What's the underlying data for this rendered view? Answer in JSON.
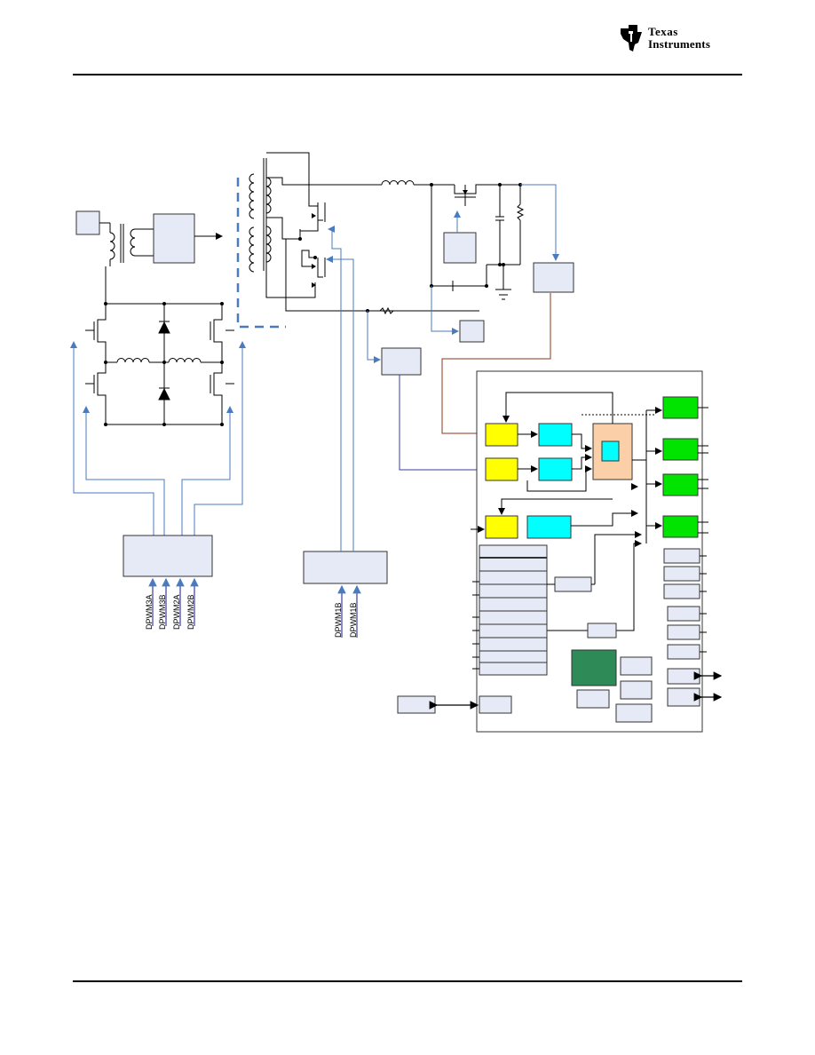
{
  "header": {
    "logo_line1": "Texas",
    "logo_line2": "Instruments"
  },
  "colors": {
    "wire": "#000000",
    "signal": "#4a7bbf",
    "feedback": "#8b3a1a",
    "block_fill": "#e6eaf6",
    "yellow": "#ffff00",
    "cyan": "#00ffff",
    "peach": "#fbd0a8",
    "green": "#00e400",
    "dark_green": "#2e8b57"
  },
  "pwm_labels": {
    "left": [
      "DPWM3A",
      "DPWM3B",
      "DPWM2A",
      "DPWM2B"
    ],
    "right": [
      "DPWM1B",
      "DPWM1B"
    ]
  }
}
